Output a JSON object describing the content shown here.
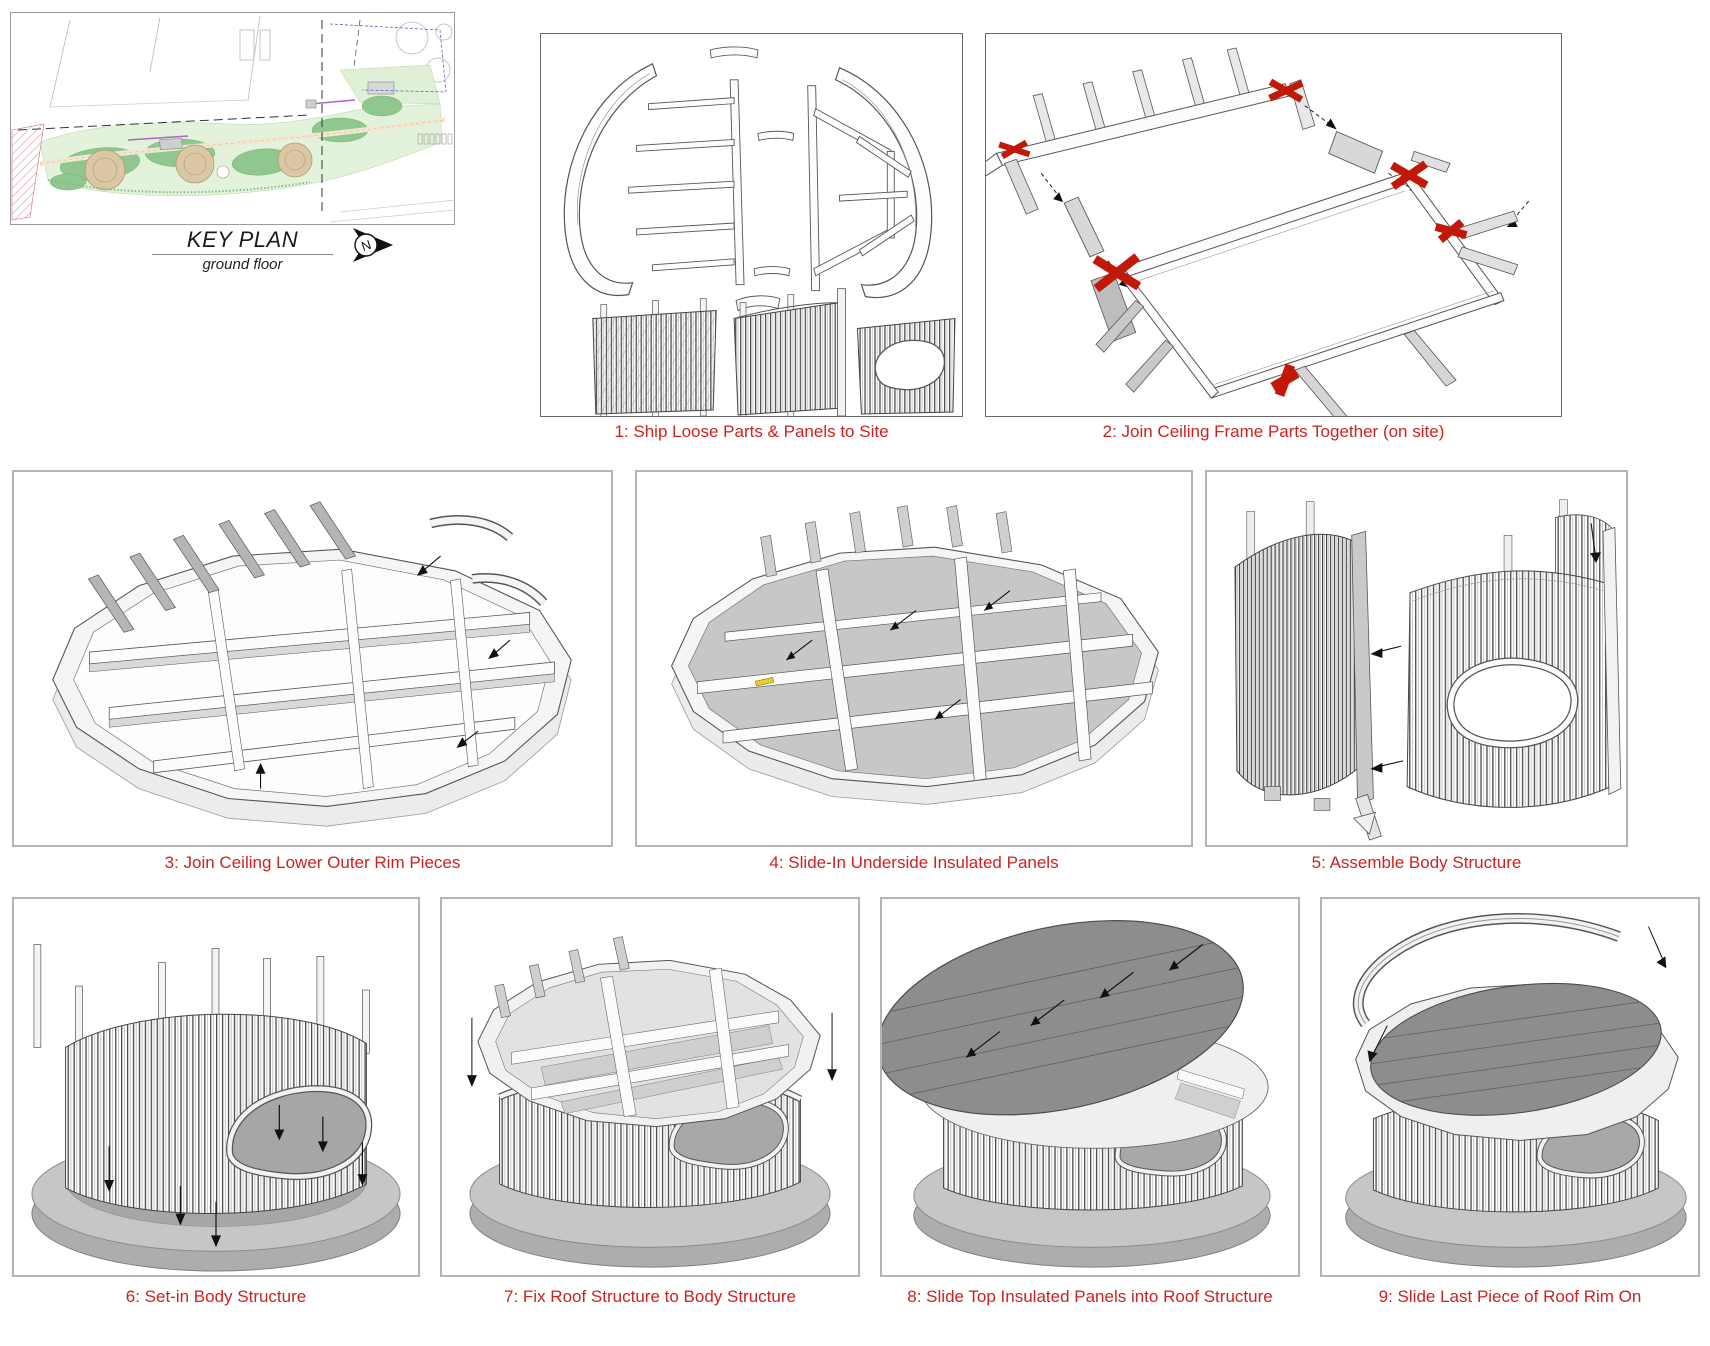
{
  "key_plan": {
    "title": "KEY PLAN",
    "subtitle": "ground floor",
    "north_label": "N"
  },
  "steps": [
    {
      "number": 1,
      "caption": "1: Ship Loose Parts & Panels to Site"
    },
    {
      "number": 2,
      "caption": "2: Join Ceiling Frame Parts Together (on site)"
    },
    {
      "number": 3,
      "caption": "3: Join Ceiling Lower Outer Rim Pieces"
    },
    {
      "number": 4,
      "caption": "4: Slide-In Underside Insulated Panels"
    },
    {
      "number": 5,
      "caption": "5: Assemble Body Structure"
    },
    {
      "number": 6,
      "caption": "6: Set-in Body Structure"
    },
    {
      "number": 7,
      "caption": "7: Fix Roof Structure to Body Structure"
    },
    {
      "number": 8,
      "caption": "8: Slide Top Insulated Panels into Roof Structure"
    },
    {
      "number": 9,
      "caption": "9: Slide Last Piece of Roof Rim On"
    }
  ],
  "colors": {
    "caption_red": "#cc2222",
    "connector_red": "#c21807",
    "roof_gray": "#8d8d8d",
    "base_concrete": "#c4c4c4",
    "site_green_dark": "#8fc78f",
    "site_green_light": "#e3f2da",
    "highlight_yellow": "#e4cf2f"
  }
}
